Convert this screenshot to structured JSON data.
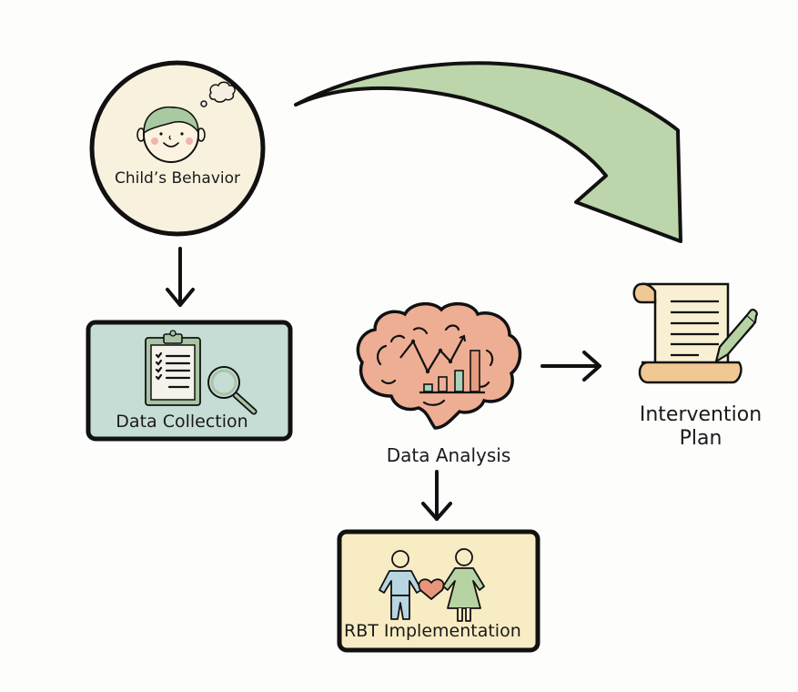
{
  "nodes": {
    "child_behavior": {
      "label": "Child’s Behavior",
      "icon": "child-face-icon"
    },
    "data_collection": {
      "label": "Data Collection",
      "icon": "clipboard-magnifier-icon"
    },
    "data_analysis": {
      "label": "Data Analysis",
      "icon": "brain-chart-icon"
    },
    "rbt_implementation": {
      "label": "RBT Implementation",
      "icon": "people-heart-icon"
    },
    "intervention_plan": {
      "label_line1": "Intervention",
      "label_line2": "Plan",
      "icon": "scroll-pen-icon"
    }
  },
  "edges": [
    {
      "from": "child_behavior",
      "to": "data_collection"
    },
    {
      "from": "data_analysis",
      "to": "intervention_plan"
    },
    {
      "from": "data_analysis",
      "to": "rbt_implementation"
    },
    {
      "from": "child_behavior",
      "to": "intervention_plan",
      "style": "curved-green"
    }
  ],
  "colors": {
    "circle_fill": "#f8f1de",
    "dc_fill": "#c6ddd6",
    "rbt_fill": "#f8ecc4",
    "brain_fill": "#eeae94",
    "curve_arrow": "#bcd5ab",
    "scroll_fill": "#f9efd2",
    "scroll_roll": "#f0c894"
  }
}
